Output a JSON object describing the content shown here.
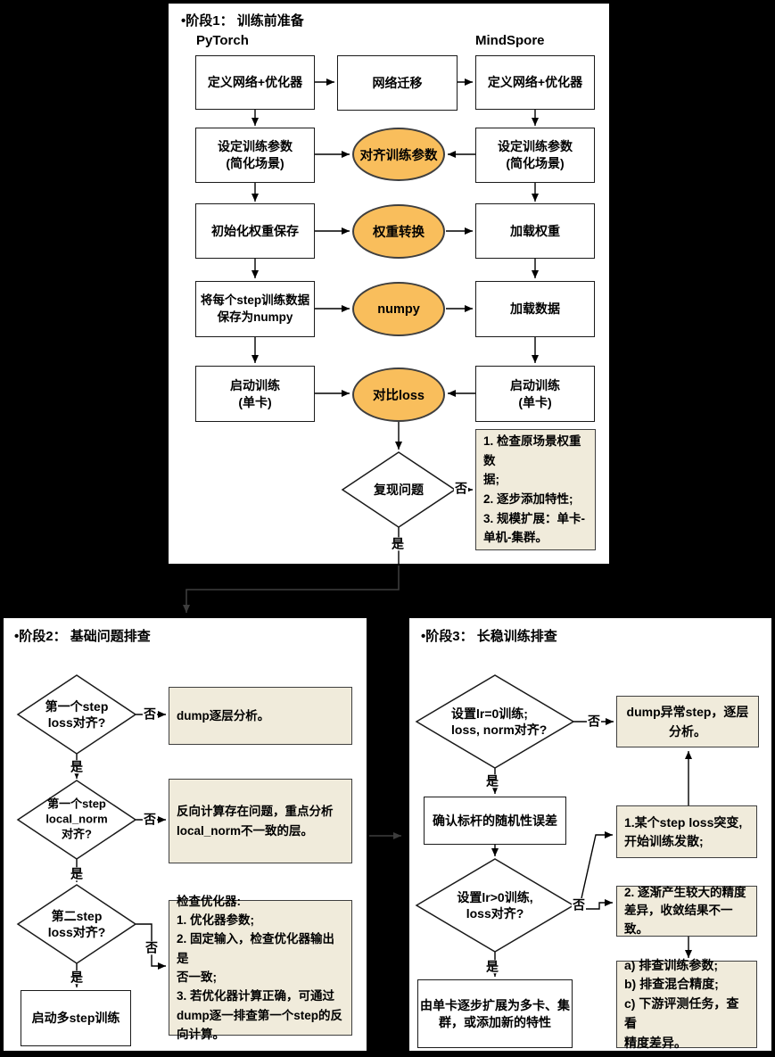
{
  "colors": {
    "canvas_bg": "#000000",
    "panel_bg": "#FFFFFF",
    "accent_orange": "#F9BE5C",
    "note_beige": "#F0EBDB",
    "line_black": "#000000",
    "connector_gray": "#3D3D3D"
  },
  "stage1": {
    "title": "•阶段1： 训练前准备",
    "pytorch_label": "PyTorch",
    "mindspore_label": "MindSpore",
    "define_left": "定义网络+优化器",
    "migrate": "网络迁移",
    "define_right": "定义网络+优化器",
    "params_left": "设定训练参数\n(简化场景)",
    "align_params": "对齐训练参数",
    "params_right": "设定训练参数\n(简化场景)",
    "weights_left": "初始化权重保存",
    "weight_convert": "权重转换",
    "weights_right": "加载权重",
    "data_left": "将每个step训练数据\n保存为numpy",
    "numpy": "numpy",
    "data_right": "加载数据",
    "train_left": "启动训练\n(单卡)",
    "compare_loss": "对比loss",
    "train_right": "启动训练\n(单卡)",
    "decision_reproduce": "复现问题",
    "no": "否",
    "yes": "是",
    "note": "1. 检查原场景权重数\n据;\n2. 逐步添加特性;\n3. 规模扩展：单卡-\n单机-集群。"
  },
  "stage2": {
    "title": "•阶段2： 基础问题排查",
    "d1": "第一个step\nloss对齐?",
    "note1": "dump逐层分析。",
    "d2": "第一个step\nlocal_norm\n对齐?",
    "note2": "反向计算存在问题，重点分析\nlocal_norm不一致的层。",
    "d3": "第二step\nloss对齐?",
    "note3": "检查优化器:\n1. 优化器参数;\n2. 固定输入，检查优化器输出是\n否一致;\n3. 若优化器计算正确，可通过\ndump逐一排查第一个step的反\n向计算。",
    "end": "启动多step训练",
    "no": "否",
    "yes": "是"
  },
  "stage3": {
    "title": "•阶段3： 长稳训练排查",
    "d1": "设置lr=0训练;\nloss, norm对齐?",
    "dump_note": "dump异常step，逐层\n分析。",
    "benchmark": "确认标杆的随机性误差",
    "d2": "设置lr>0训练,\nloss对齐?",
    "case1": "1.某个step loss突变,\n开始训练发散;",
    "case2": "2. 逐渐产生较大的精度\n差异，收敛结果不一致。",
    "checks": "a) 排查训练参数;\nb) 排查混合精度;\nc) 下游评测任务，查看\n精度差异。",
    "end": "由单卡逐步扩展为多卡、集\n群，或添加新的特性",
    "no": "否",
    "yes": "是"
  }
}
